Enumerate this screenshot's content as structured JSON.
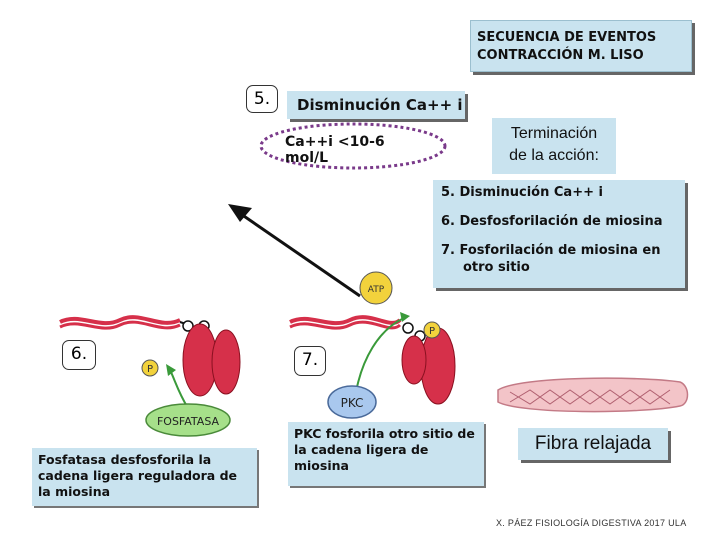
{
  "title_box": {
    "line1": "SECUENCIA DE EVENTOS",
    "line2": "CONTRACCIÓN M. LISO"
  },
  "step5": {
    "badge": "5.",
    "title": "Disminución Ca++ i",
    "concentration": "Ca++i <10-6 mol/L"
  },
  "termination": {
    "line1": "Terminación",
    "line2": "de la acción:"
  },
  "steps_list": {
    "item1": "5. Disminución Ca++ i",
    "item2": "6. Desfosforilación de miosina",
    "item3a": "7. Fosforilación de miosina en",
    "item3b": "otro sitio"
  },
  "step6": {
    "badge": "6.",
    "enzyme": "FOSFATASA",
    "phosphate": "P",
    "caption": "Fosfatasa desfosforila la cadena ligera reguladora de la miosina"
  },
  "step7": {
    "badge": "7.",
    "enzyme": "PKC",
    "atp": "ATP",
    "phosphate": "P",
    "caption": "PKC fosforila otro sitio de la cadena ligera de miosina"
  },
  "fibra": {
    "label": "Fibra relajada"
  },
  "footer": {
    "text": "X. PÁEZ  FISIOLOGÍA DIGESTIVA 2017  ULA"
  },
  "colors": {
    "box_fill": "#c9e3ef",
    "myosin_red": "#d6304a",
    "phosphate_yellow": "#f2d23c",
    "enzyme_green": "#a6e08a",
    "pkc_blue": "#a9c8ee",
    "arrow_green": "#3a9a3a",
    "ellipse_border": "#7a3a8a"
  }
}
